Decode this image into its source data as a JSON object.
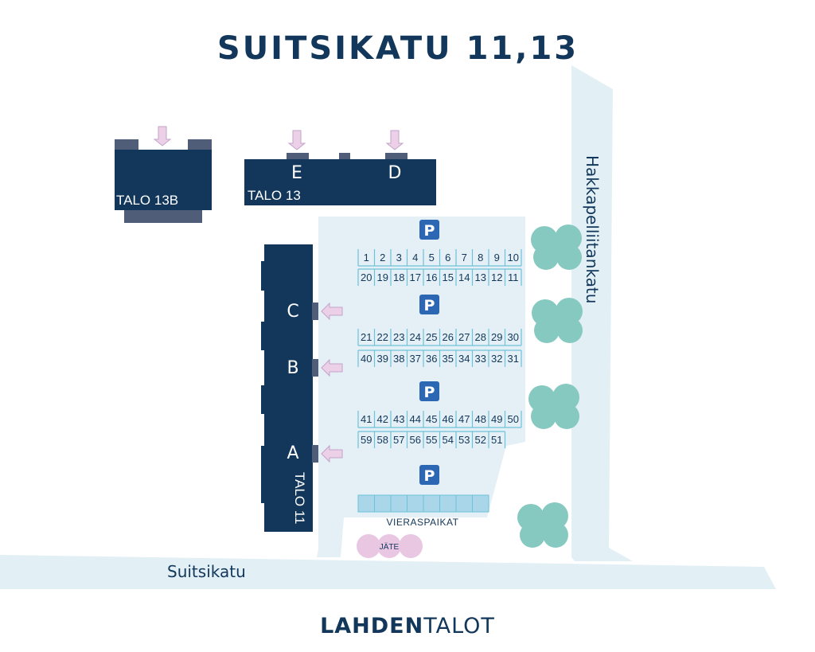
{
  "title": "SUITSIKATU 11,13",
  "streets": {
    "horizontal": "Suitsikatu",
    "vertical": "Hakkapelliitankatu"
  },
  "buildings": {
    "talo13b": {
      "label": "TALO 13B"
    },
    "talo13": {
      "label": "TALO 13",
      "entrances": [
        "E",
        "D"
      ]
    },
    "talo11": {
      "label": "TALO 11",
      "entrances": [
        "C",
        "B",
        "A"
      ]
    }
  },
  "parking": {
    "sign": "P",
    "rows": [
      [
        "1",
        "2",
        "3",
        "4",
        "5",
        "6",
        "7",
        "8",
        "9",
        "10"
      ],
      [
        "20",
        "19",
        "18",
        "17",
        "16",
        "15",
        "14",
        "13",
        "12",
        "11"
      ],
      [
        "21",
        "22",
        "23",
        "24",
        "25",
        "26",
        "27",
        "28",
        "29",
        "30"
      ],
      [
        "40",
        "39",
        "38",
        "37",
        "36",
        "35",
        "34",
        "33",
        "32",
        "31"
      ],
      [
        "41",
        "42",
        "43",
        "44",
        "45",
        "46",
        "47",
        "48",
        "49",
        "50"
      ],
      [
        "59",
        "58",
        "57",
        "56",
        "55",
        "54",
        "53",
        "52",
        "51"
      ]
    ],
    "guest_label": "VIERASPAIKAT",
    "guest_slot_count": 8
  },
  "waste_label": "JÄTE",
  "logo": {
    "bold": "LAHDEN",
    "thin": "TALOT"
  },
  "colors": {
    "navy": "#12375a",
    "road": "#e2eff5",
    "lot": "#e4f0f6",
    "building_accent": "#4f5d78",
    "arrow": "#ecd0e8",
    "arrow_stroke": "#c3a3c9",
    "tree": "#86c9c0",
    "waste": "#e9c7e3",
    "sign": "#2b67b2",
    "slot_line": "#6ec1da",
    "guest_slot": "#a9d6e8"
  }
}
